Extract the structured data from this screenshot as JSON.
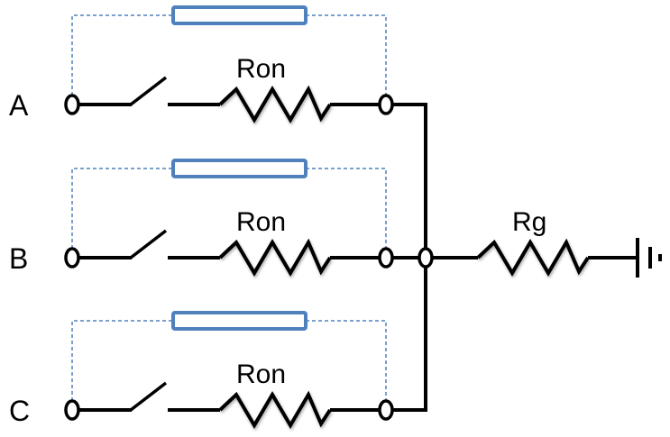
{
  "diagram": {
    "type": "circuit-schematic",
    "colors": {
      "wire": "#000000",
      "bypass_element": "#4f81bd",
      "background": "#ffffff"
    },
    "branches": [
      {
        "phase_label": "A",
        "resistor_label": "Ron",
        "switch_state": "open",
        "has_bypass_element": true
      },
      {
        "phase_label": "B",
        "resistor_label": "Ron",
        "switch_state": "open",
        "has_bypass_element": true
      },
      {
        "phase_label": "C",
        "resistor_label": "Ron",
        "switch_state": "open",
        "has_bypass_element": true
      }
    ],
    "ground_path": {
      "resistor_label": "Rg",
      "terminal": "ground"
    }
  }
}
